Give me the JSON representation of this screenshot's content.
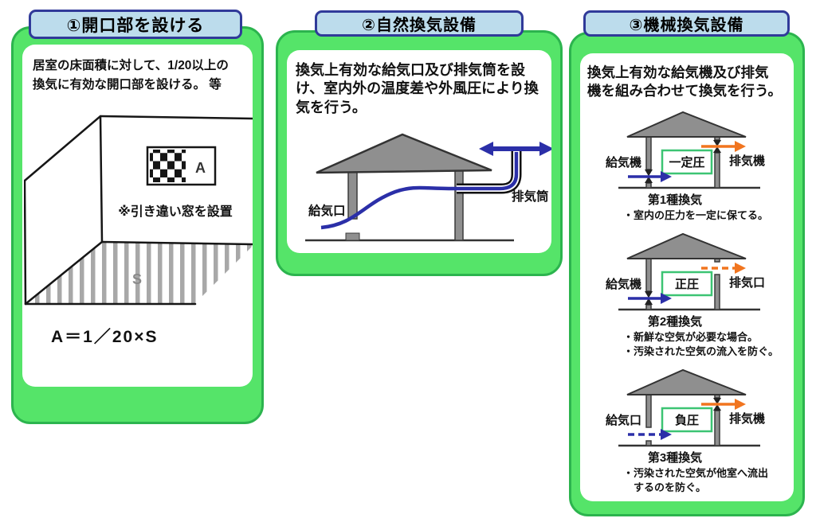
{
  "panels": [
    {
      "header": "①開口部を設ける",
      "description": [
        "居室の床面積に対して、1/20以上の",
        "換気に有効な開口部を設ける。 等"
      ],
      "diagram": {
        "window_label": "A",
        "window_note": "※引き違い窓を設置",
        "floor_label": "S",
        "formula": "A＝1／20×S"
      }
    },
    {
      "header": "②自然換気設備",
      "description": [
        "換気上有効な給気口及び排気筒を設",
        "け、室内外の温度差や外風圧により換",
        "気を行う。"
      ],
      "diagram": {
        "intake_label": "給気口",
        "exhaust_label": "排気筒"
      }
    },
    {
      "header": "③機械換気設備",
      "description": [
        "換気上有効な給気機及び排気",
        "機を組み合わせて換気を行う。"
      ],
      "systems": [
        {
          "intake_label": "給気機",
          "exhaust_label": "排気機",
          "pressure_label": "一定圧",
          "caption": "第1種換気",
          "notes": [
            "・室内の圧力を一定に保てる。"
          ]
        },
        {
          "intake_label": "給気機",
          "exhaust_label": "排気口",
          "pressure_label": "正圧",
          "caption": "第2種換気",
          "notes": [
            "・新鮮な空気が必要な場合。",
            "・汚染された空気の流入を防ぐ。"
          ]
        },
        {
          "intake_label": "給気口",
          "exhaust_label": "排気機",
          "pressure_label": "負圧",
          "caption": "第3種換気",
          "notes": [
            "・汚染された空気が他室へ流出",
            "　するのを防ぐ。"
          ]
        }
      ]
    }
  ],
  "colors": {
    "panel_fill": "#55e469",
    "panel_border": "#2cb44e",
    "header_fill": "#bcdcec",
    "header_border": "#303a99",
    "flow_blue": "#2b2fa8",
    "flow_orange": "#f1751f",
    "pressure_box_border": "#3cc473",
    "structure_gray": "#8f8f8f"
  }
}
